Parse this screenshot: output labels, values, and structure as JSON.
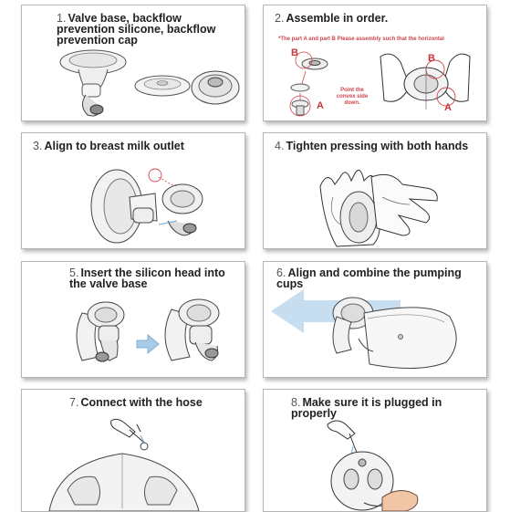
{
  "steps": [
    {
      "num": "1.",
      "title": "Valve base, backflow prevention silicone, backflow prevention cap"
    },
    {
      "num": "2.",
      "title": "Assemble in order.",
      "note": "*The part A and part B Please assembly such that the horizontal",
      "label_a": "A",
      "label_b": "B",
      "convex_note": "Point the convex side down."
    },
    {
      "num": "3.",
      "title": "Align to breast milk outlet"
    },
    {
      "num": "4.",
      "title": "Tighten pressing with both hands"
    },
    {
      "num": "5.",
      "title": "Insert the silicon head into the valve base"
    },
    {
      "num": "6.",
      "title": "Align and combine the pumping cups"
    },
    {
      "num": "7.",
      "title": "Connect with the hose"
    },
    {
      "num": "8.",
      "title": "Make sure it is plugged in properly"
    }
  ],
  "colors": {
    "accent_red": "#d0454c",
    "arrow_blue": "#9fc4e3",
    "frame": "#b5b5b5"
  }
}
